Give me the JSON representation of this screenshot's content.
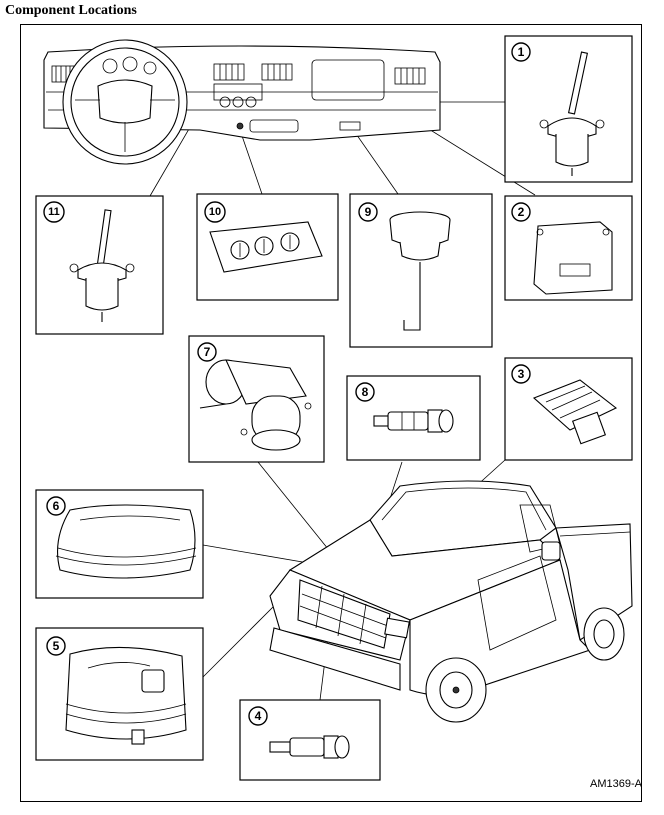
{
  "title": "Component Locations",
  "figure_code": "AM1369-A",
  "callouts": [
    "1",
    "2",
    "3",
    "4",
    "5",
    "6",
    "7",
    "8",
    "9",
    "10",
    "11"
  ]
}
